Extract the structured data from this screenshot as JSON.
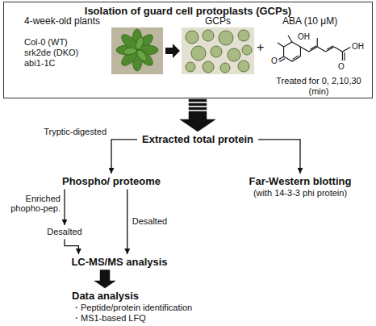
{
  "diagram": {
    "nodes": [
      {
        "text": [
          "Isolation of guard cell protoplasts (GCPs)"
        ]
      },
      {
        "text": [
          "Extracted total protein"
        ]
      },
      {
        "text": [
          "Phospho/ proteome"
        ]
      },
      {
        "text": [
          "Far-Western blotting",
          "(with 14-3-3 phi protein)"
        ]
      },
      {
        "text": [
          "Desalted"
        ]
      },
      {
        "text": [
          "LC-MS/MS analysis"
        ]
      },
      {
        "text": [
          "Data analysis",
          "・Peptide/protein identification",
          "・MS1-based LFQ"
        ]
      }
    ],
    "edges": [
      {
        "from": 0,
        "to": 1,
        "arrow": "to"
      },
      {
        "from": 1,
        "to": 2,
        "label": "Tryptic-digested",
        "arrow": "to"
      },
      {
        "from": 1,
        "to": 3,
        "arrow": "to"
      },
      {
        "from": 2,
        "to": 4,
        "label": "Enriched phopho-pep.",
        "arrow": "to"
      },
      {
        "from": 4,
        "to": 5,
        "arrow": "to"
      },
      {
        "from": 2,
        "to": 5,
        "label": "Desalted",
        "arrow": "to"
      },
      {
        "from": 5,
        "to": 6,
        "arrow": "to"
      }
    ],
    "labels": [
      "4-week-old plants",
      "Col-0 (WT)",
      "srk2de (DKO)",
      "abi1-1C",
      "GCPs",
      "+",
      "ABA (10 μM)",
      "OH",
      "O",
      "O",
      "OH",
      "Treated for 0, 2,10,30 (min)"
    ]
  }
}
